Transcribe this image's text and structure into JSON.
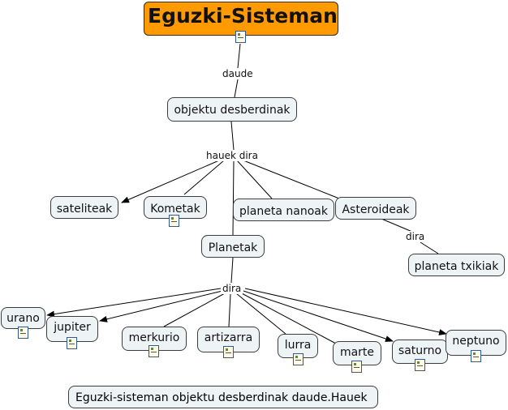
{
  "root": {
    "label": "Eguzki-Sisteman"
  },
  "links": {
    "daude": "daude",
    "hauek_dira": "hauek dira",
    "dira_asteroid": "dira",
    "dira_planets": "dira"
  },
  "concepts": {
    "objektu": "objektu desberdinak",
    "sateliteak": "sateliteak",
    "kometak": "Kometak",
    "planeta_nanoak": "planeta nanoak",
    "asteroideak": "Asteroideak",
    "planeta_txikiak": "planeta txikiak",
    "planetak": "Planetak"
  },
  "planets": {
    "urano": "urano",
    "jupiter": "jupiter",
    "merkurio": "merkurio",
    "artizarra": "artizarra",
    "lurra": "lurra",
    "marte": "marte",
    "saturno": "saturno",
    "neptuno": "neptuno"
  },
  "footer": {
    "text": "Eguzki-sisteman objektu desberdinak daude.Hauek"
  },
  "colors": {
    "root_fill": "#ff9a00",
    "node_fill": "#eef4f6",
    "line": "#000000"
  },
  "icons": {
    "resource": "document-icon"
  }
}
